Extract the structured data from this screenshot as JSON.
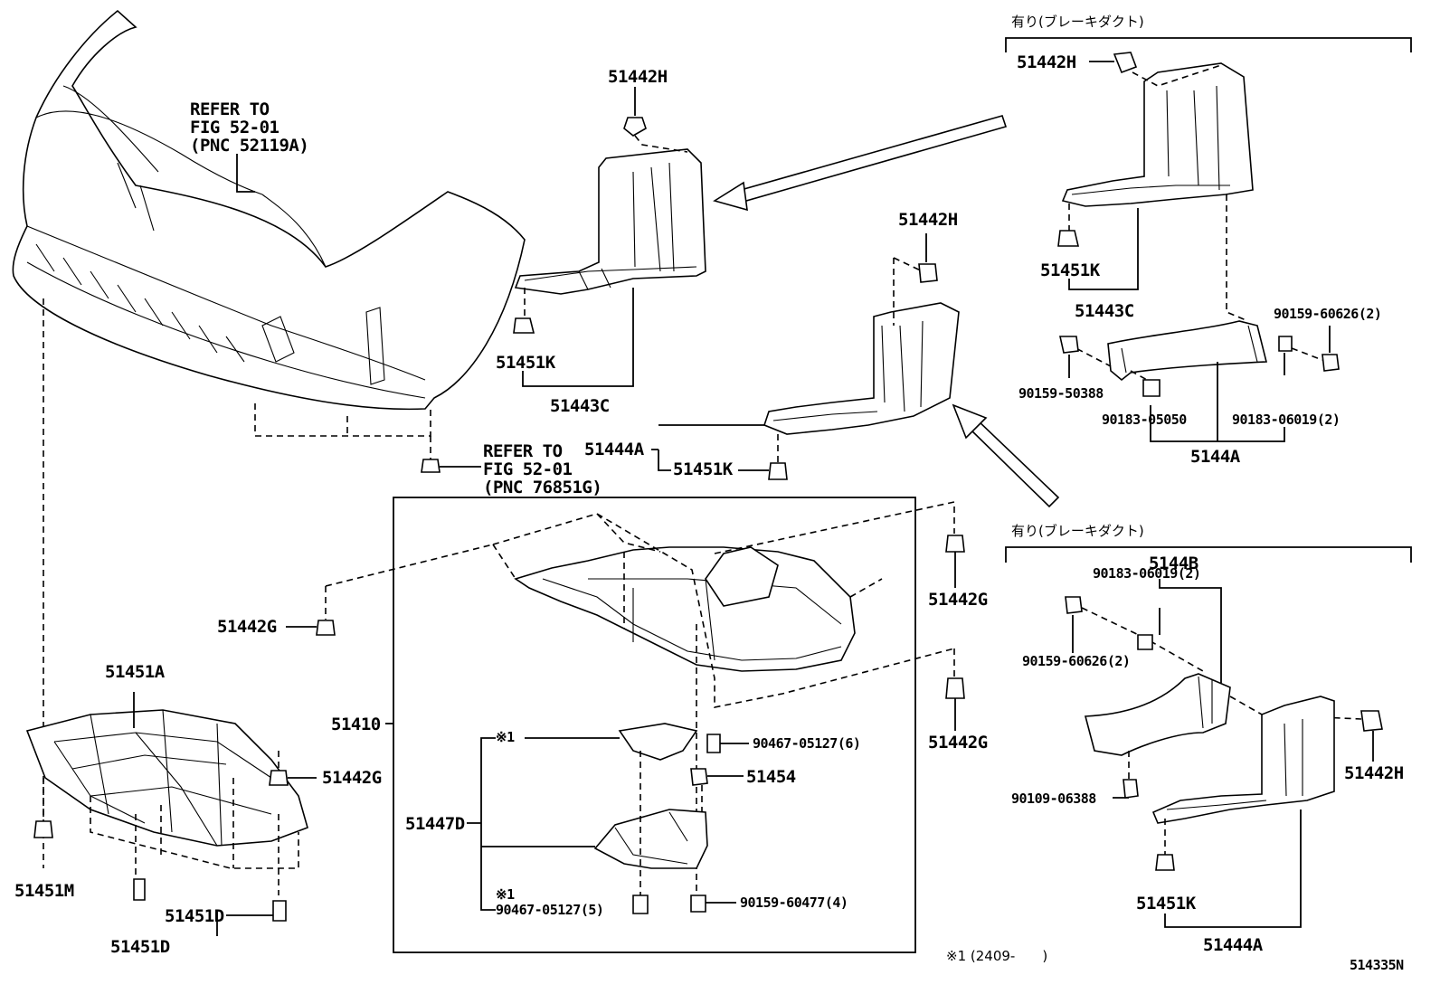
{
  "diagram": {
    "code": "514335N",
    "footnote": "※1 (2409-　　)",
    "refer_upper": [
      "REFER TO",
      "FIG 52-01",
      "(PNC 52119A)"
    ],
    "refer_lower": [
      "REFER TO",
      "FIG 52-01",
      "(PNC 76851G)"
    ],
    "brake_duct_label_top": "有り(ブレーキダクト)",
    "brake_duct_label_bottom": "有り(ブレーキダクト)",
    "callouts": {
      "c_51442H_a": "51442H",
      "c_51451K_a": "51451K",
      "c_51443C_a": "51443C",
      "c_51442H_b": "51442H",
      "c_51444A_a": "51444A",
      "c_51451K_b": "51451K",
      "c_51442H_c": "51442H",
      "c_51451K_c": "51451K",
      "c_51443C_b": "51443C",
      "c_90159_60626_a": "90159-60626(2)",
      "c_90159_50388": "90159-50388",
      "c_90183_05050": "90183-05050",
      "c_90183_06019_a": "90183-06019(2)",
      "c_5144A": "5144A",
      "c_51442G_a": "51442G",
      "c_51442G_b": "51442G",
      "c_51442G_c": "51442G",
      "c_51442G_d": "51442G",
      "c_51451A": "51451A",
      "c_51451M": "51451M",
      "c_51451D_a": "51451D",
      "c_51451D_b": "51451D",
      "c_51410": "51410",
      "c_note1_a": "※1",
      "c_90467_05127_6": "90467-05127(6)",
      "c_51454": "51454",
      "c_51447D": "51447D",
      "c_note1_b": "※1",
      "c_90467_05127_5": "90467-05127(5)",
      "c_90159_60477": "90159-60477(4)",
      "c_5144B": "5144B",
      "c_90183_06019_b": "90183-06019(2)",
      "c_90159_60626_b": "90159-60626(2)",
      "c_90109_06388": "90109-06388",
      "c_51442H_d": "51442H",
      "c_51451K_d": "51451K",
      "c_51444A_b": "51444A"
    }
  }
}
